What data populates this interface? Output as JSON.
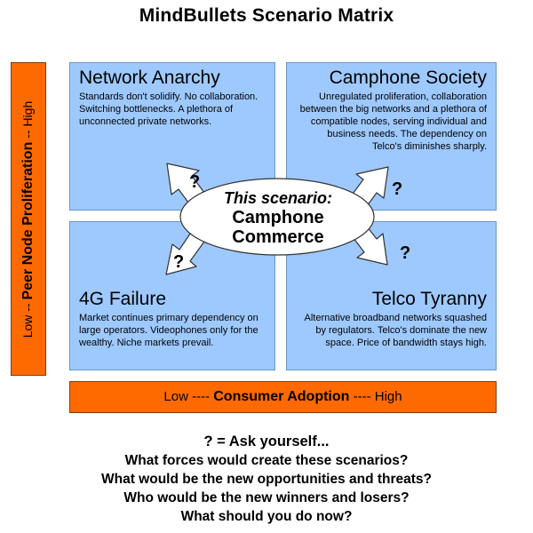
{
  "title": "MindBullets Scenario Matrix",
  "y_axis": {
    "low": "Low --",
    "label": "Peer Node Proliferation",
    "high": "-- High"
  },
  "x_axis": {
    "low": "Low ----",
    "label": "Consumer Adoption",
    "high": "---- High"
  },
  "quadrants": {
    "top_left": {
      "name": "Network Anarchy",
      "desc": "Standards don't solidify. No collaboration. Switching bottlenecks. A plethora of unconnected private networks."
    },
    "top_right": {
      "name": "Camphone Society",
      "desc": "Unregulated proliferation, collaboration between the big networks and a plethora of compatible nodes, serving individual and business needs. The dependency on Telco's diminishes sharply."
    },
    "bottom_left": {
      "name": "4G Failure",
      "desc": "Market continues primary dependency on large operators. Videophones only for the wealthy. Niche markets prevail."
    },
    "bottom_right": {
      "name": "Telco Tyranny",
      "desc": "Alternative broadband networks squashed by regulators. Telco's dominate the new space. Price of bandwidth stays high."
    }
  },
  "center": {
    "lead": "This scenario:",
    "name_line1": "Camphone",
    "name_line2": "Commerce"
  },
  "question_mark": "?",
  "footer": [
    "? = Ask yourself...",
    "What forces would create these scenarios?",
    "What would be the new opportunities and threats?",
    "Who would be the new winners and losers?",
    "What should you do now?"
  ],
  "colors": {
    "axis": "#ff6a00",
    "quadrant": "#9ec9ff",
    "center": "#ffffff"
  }
}
